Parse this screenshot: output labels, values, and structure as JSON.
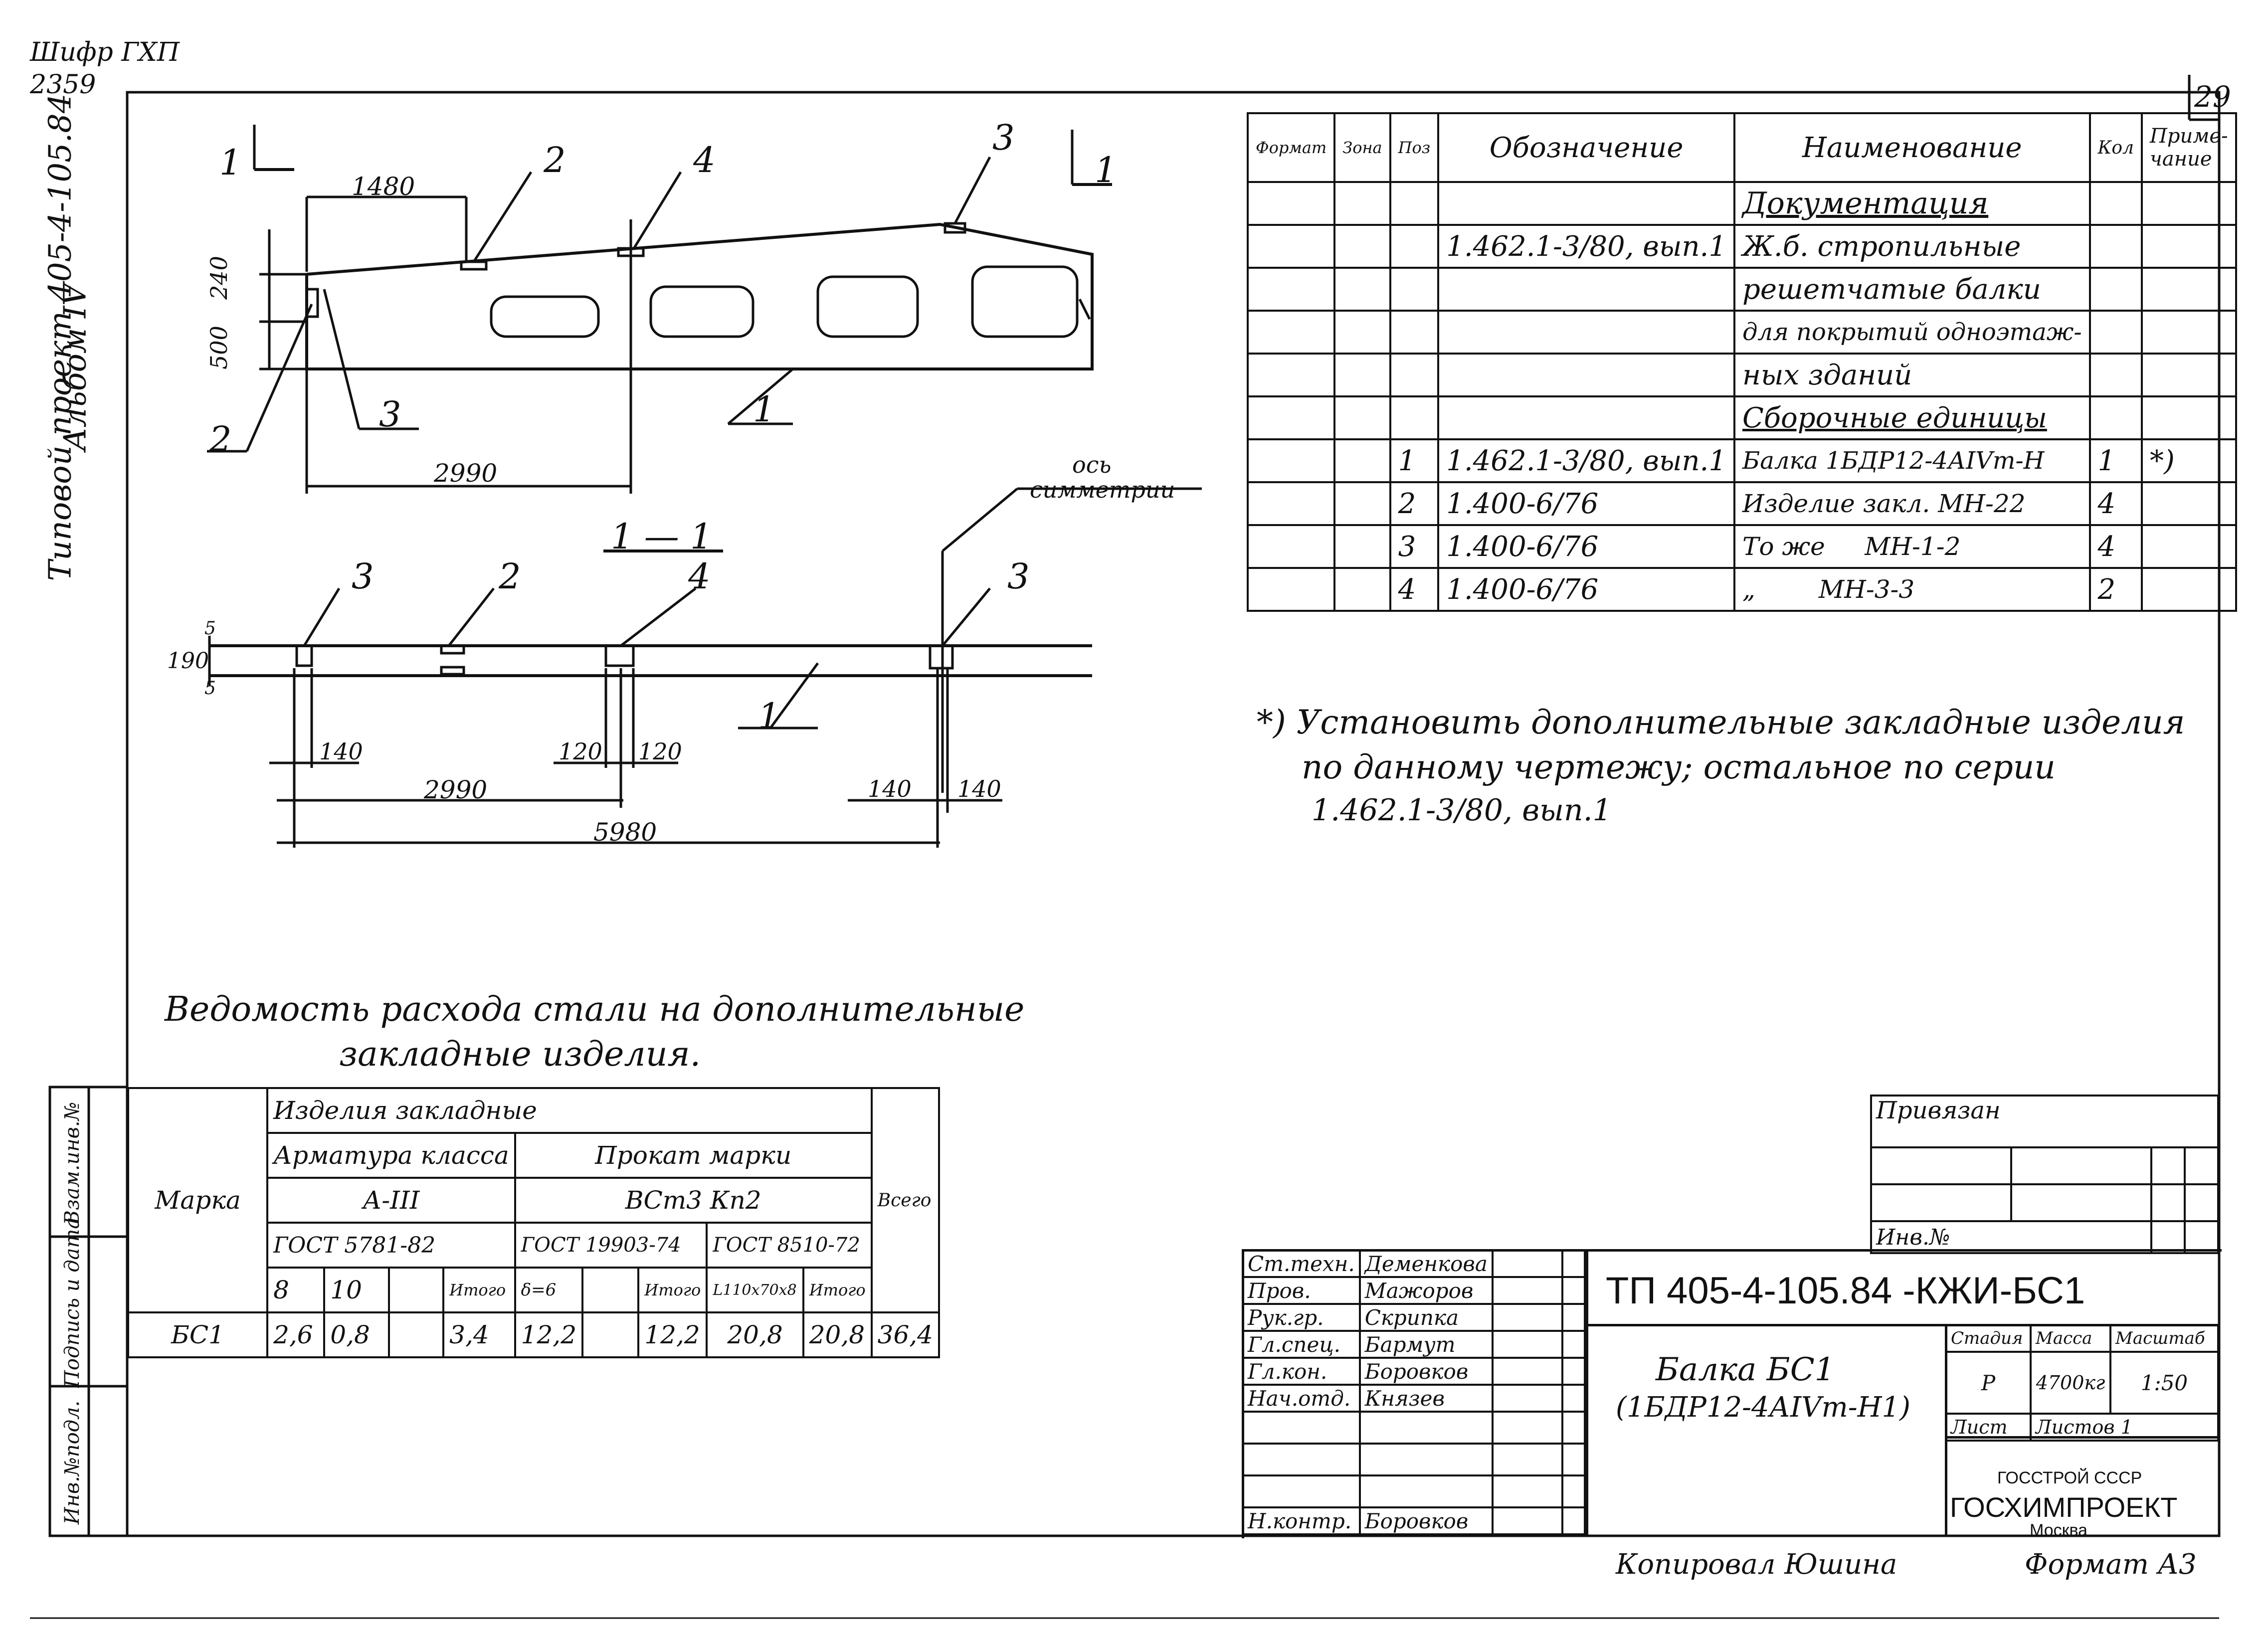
{
  "corner": {
    "cipher_label": "Шифр ГХП",
    "cipher_no": "2359",
    "page_number": "29"
  },
  "side_title": {
    "line1": "Типовой проект 405-4-105.84",
    "line2": "Альбом IV"
  },
  "left_stamp": {
    "cells": [
      "Взам.инв.№",
      "Подпись и дата",
      "Инв.№подл."
    ]
  },
  "elevation": {
    "section_mark": "1",
    "positions": [
      "2",
      "4",
      "3",
      "3",
      "2",
      "1"
    ],
    "dims": {
      "d1480": "1480",
      "d240": "240",
      "d500": "500",
      "d2990": "2990"
    }
  },
  "axis_label": {
    "line1": "ось",
    "line2": "симметрии"
  },
  "section": {
    "title": "1 — 1",
    "positions": [
      "3",
      "2",
      "4",
      "3",
      "1"
    ],
    "dims": {
      "d5a": "5",
      "d190": "190",
      "d5b": "5",
      "d140a": "140",
      "d120a": "120",
      "d120b": "120",
      "d2990": "2990",
      "d5980": "5980",
      "d140b": "140",
      "d140c": "140"
    }
  },
  "spec": {
    "headers": {
      "format": "Формат",
      "zone": "Зона",
      "pos": "Поз",
      "designation": "Обозначение",
      "name": "Наименование",
      "qty": "Кол",
      "note": "Приме-чание"
    },
    "rows": [
      {
        "pos": "",
        "designation": "",
        "name": "Документация",
        "qty": "",
        "note": ""
      },
      {
        "pos": "",
        "designation": "1.462.1-3/80, вып.1",
        "name": "Ж.б. стропильные",
        "qty": "",
        "note": ""
      },
      {
        "pos": "",
        "designation": "",
        "name": "решетчатые балки",
        "qty": "",
        "note": ""
      },
      {
        "pos": "",
        "designation": "",
        "name": "для покрытий одноэтаж-",
        "qty": "",
        "note": ""
      },
      {
        "pos": "",
        "designation": "",
        "name": "ных зданий",
        "qty": "",
        "note": ""
      },
      {
        "pos": "",
        "designation": "",
        "name": "Сборочные единицы",
        "qty": "",
        "note": ""
      },
      {
        "pos": "1",
        "designation": "1.462.1-3/80, вып.1",
        "name": "Балка 1БДР12-4АIVт-Н",
        "qty": "1",
        "note": "*)"
      },
      {
        "pos": "2",
        "designation": "1.400-6/76",
        "name": "Изделие закл. МН-22",
        "qty": "4",
        "note": ""
      },
      {
        "pos": "3",
        "designation": "1.400-6/76",
        "name": "То же     МН-1-2",
        "qty": "4",
        "note": ""
      },
      {
        "pos": "4",
        "designation": "1.400-6/76",
        "name": "„        МН-3-3",
        "qty": "2",
        "note": ""
      }
    ]
  },
  "footnote": {
    "line1": "*) Установить дополнительные закладные изделия",
    "line2": "по данному чертежу; остальное по серии",
    "line3": "1.462.1-3/80, вып.1"
  },
  "steel": {
    "title_line1": "Ведомость расхода стали на дополнительные",
    "title_line2": "закладные изделия.",
    "h_group": "Изделия закладные",
    "h_marka": "Марка",
    "h_rebar": "Арматура класса",
    "h_rebar_class": "А-III",
    "h_rebar_gost": "ГОСТ 5781-82",
    "h_rolled": "Прокат марки",
    "h_rolled_grade": "ВСт3 Кп2",
    "h_gost1": "ГОСТ 19903-74",
    "h_gost2": "ГОСТ 8510-72",
    "h_total": "Всего",
    "sub": [
      "8",
      "10",
      "",
      "Итого",
      "δ=6",
      "",
      "Итого",
      "L110х70х8",
      "Итого"
    ],
    "row": {
      "marka": "БС1",
      "v8": "2,6",
      "v10": "0,8",
      "vx": "",
      "itog1": "3,4",
      "d6": "12,2",
      "vy": "",
      "itog2": "12,2",
      "ang": "20,8",
      "itog3": "20,8",
      "total": "36,4"
    }
  },
  "privyazan": {
    "label": "Привязан",
    "inv": "Инв.№"
  },
  "title_block": {
    "code": "ТП 405-4-105.84  -КЖИ-БС1",
    "people": [
      {
        "role": "Ст.техн.",
        "name": "Деменкова"
      },
      {
        "role": "Пров.",
        "name": "Мажоров"
      },
      {
        "role": "Рук.гр.",
        "name": "Скрипка"
      },
      {
        "role": "Гл.спец.",
        "name": "Бармут"
      },
      {
        "role": "Гл.кон.",
        "name": "Боровков"
      },
      {
        "role": "Нач.отд.",
        "name": "Князев"
      }
    ],
    "control": {
      "role": "Н.контр.",
      "name": "Боровков"
    },
    "item_line1": "Балка БС1",
    "item_line2": "(1БДР12-4АIVт-Н1)",
    "h_stage": "Стадия",
    "h_mass": "Масса",
    "h_scale": "Масштаб",
    "stage": "Р",
    "mass": "4700кг",
    "scale": "1:50",
    "sheet": "Лист",
    "sheets": "Листов 1",
    "org1": "ГОССТРОЙ СССР",
    "org2": "ГОСХИМПРОЕКТ",
    "org3": "Москва"
  },
  "bottom": {
    "copied": "Копировал Юшина",
    "format": "Формат А3"
  }
}
